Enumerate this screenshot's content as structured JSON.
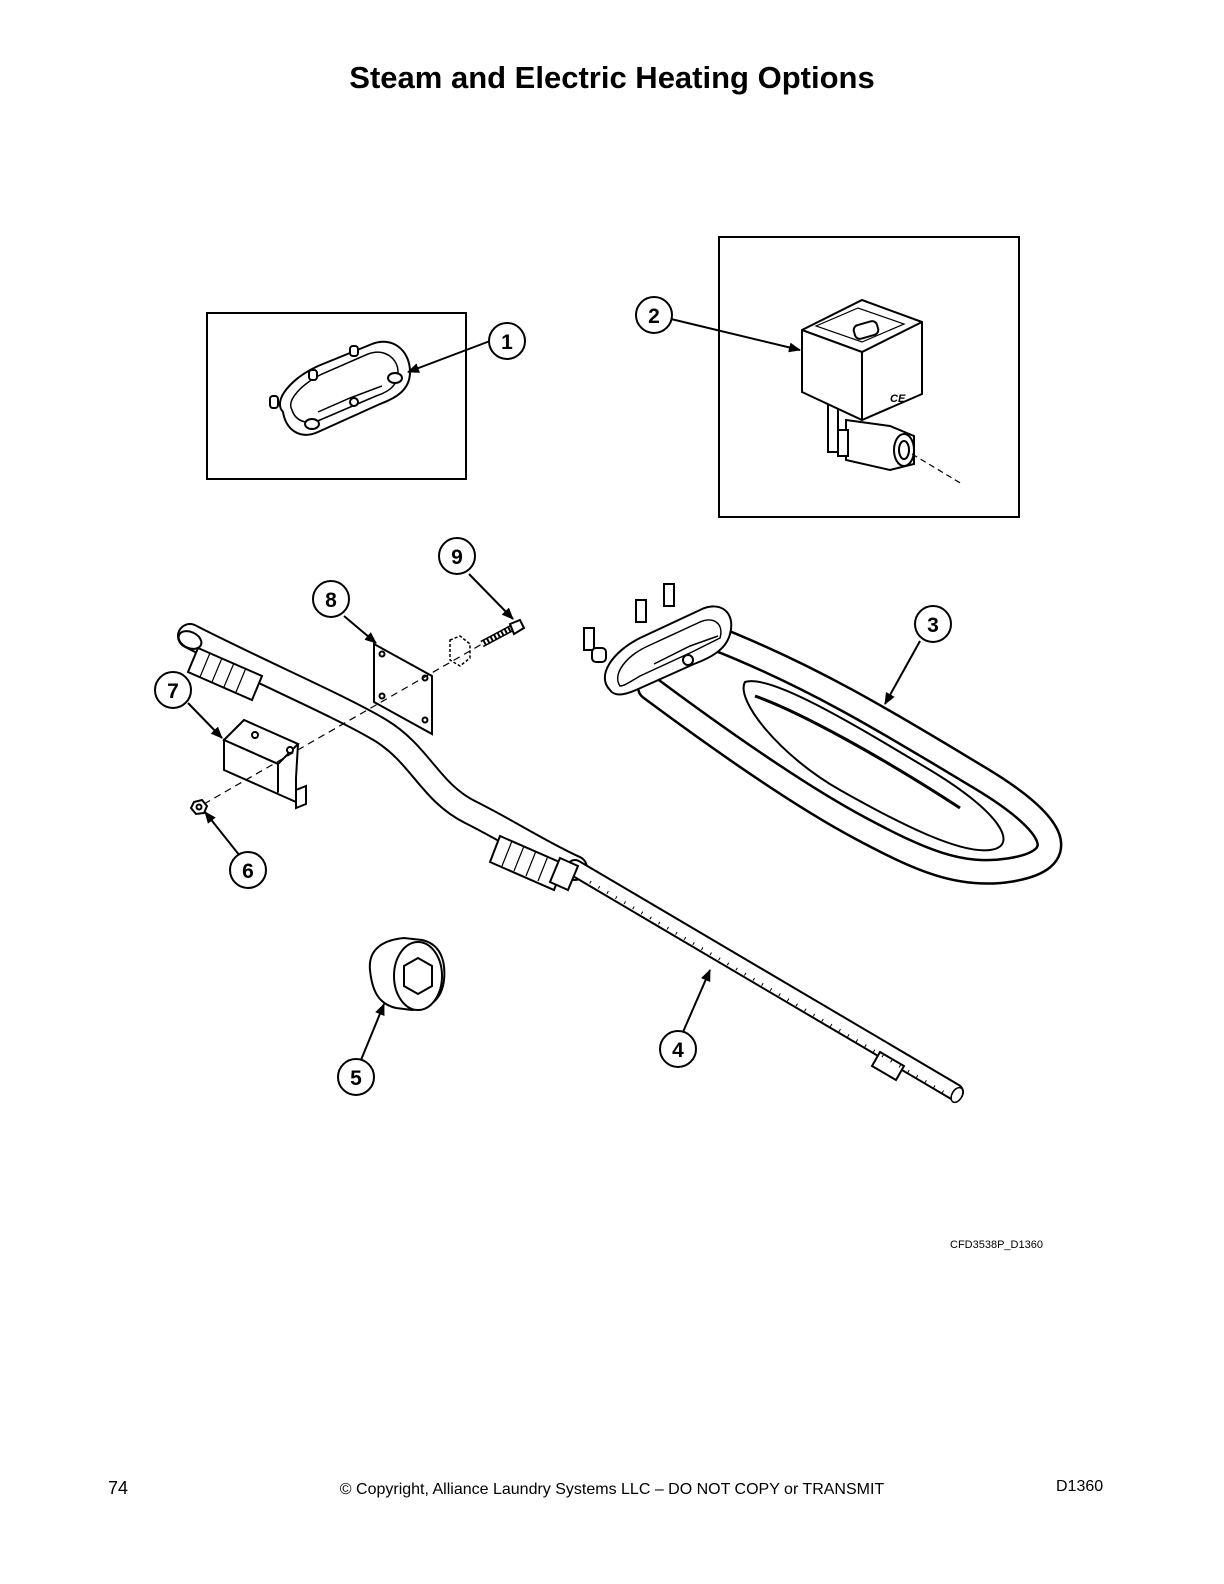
{
  "title": "Steam and Electric Heating Options",
  "callouts": {
    "c1": "1",
    "c2": "2",
    "c3": "3",
    "c4": "4",
    "c5": "5",
    "c6": "6",
    "c7": "7",
    "c8": "8",
    "c9": "9"
  },
  "valve_mark": "CE",
  "drawing_code": "CFD3538P_D1360",
  "footer": {
    "page_number": "74",
    "copyright": "© Copyright, Alliance Laundry Systems LLC – DO NOT COPY or TRANSMIT",
    "doc_id": "D1360"
  }
}
